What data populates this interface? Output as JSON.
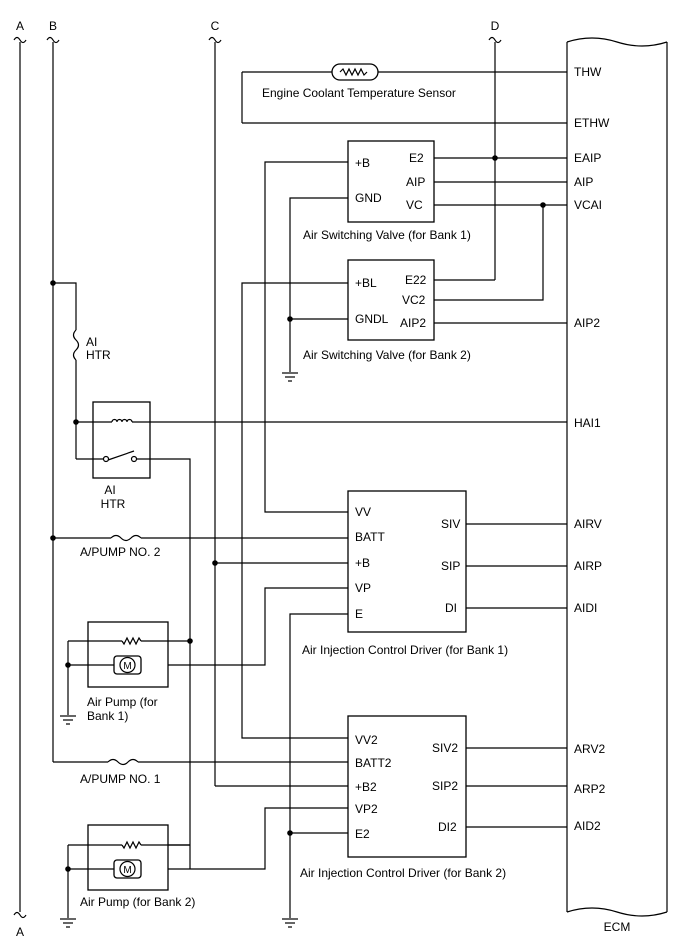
{
  "buses": {
    "a": "A",
    "b": "B",
    "c": "C",
    "d": "D",
    "a_bottom": "A"
  },
  "ecm": {
    "label": "ECM",
    "pins": {
      "thw": "THW",
      "ethw": "ETHW",
      "eaip": "EAIP",
      "aip": "AIP",
      "vcai": "VCAI",
      "aip2": "AIP2",
      "hai1": "HAI1",
      "airv": "AIRV",
      "airp": "AIRP",
      "aidi": "AIDI",
      "arv2": "ARV2",
      "arp2": "ARP2",
      "aid2": "AID2"
    }
  },
  "sensor": {
    "label": "Engine Coolant Temperature Sensor"
  },
  "asv1": {
    "label": "Air Switching Valve (for Bank 1)",
    "pins": {
      "b": "+B",
      "gnd": "GND",
      "e2": "E2",
      "aip": "AIP",
      "vc": "VC"
    }
  },
  "asv2": {
    "label": "Air Switching Valve (for Bank 2)",
    "pins": {
      "bl": "+BL",
      "gndl": "GNDL",
      "e22": "E22",
      "vc2": "VC2",
      "aip2": "AIP2"
    }
  },
  "ai_fuse": {
    "line1": "AI",
    "line2": "HTR"
  },
  "ai_relay": {
    "line1": "AI",
    "line2": "HTR"
  },
  "pump_fuse2": {
    "label": "A/PUMP NO. 2"
  },
  "pump_fuse1": {
    "label": "A/PUMP NO. 1"
  },
  "driver1": {
    "label": "Air Injection Control Driver (for Bank 1)",
    "pins": {
      "vv": "VV",
      "batt": "BATT",
      "b": "+B",
      "vp": "VP",
      "e": "E",
      "siv": "SIV",
      "sip": "SIP",
      "di": "DI"
    }
  },
  "driver2": {
    "label": "Air Injection Control Driver (for Bank 2)",
    "pins": {
      "vv2": "VV2",
      "batt2": "BATT2",
      "b2": "+B2",
      "vp2": "VP2",
      "e2": "E2",
      "siv2": "SIV2",
      "sip2": "SIP2",
      "di2": "DI2"
    }
  },
  "pump1": {
    "line1": "Air Pump (for",
    "line2": "Bank 1)",
    "motor": "M"
  },
  "pump2": {
    "label": "Air Pump (for Bank 2)",
    "motor": "M"
  }
}
